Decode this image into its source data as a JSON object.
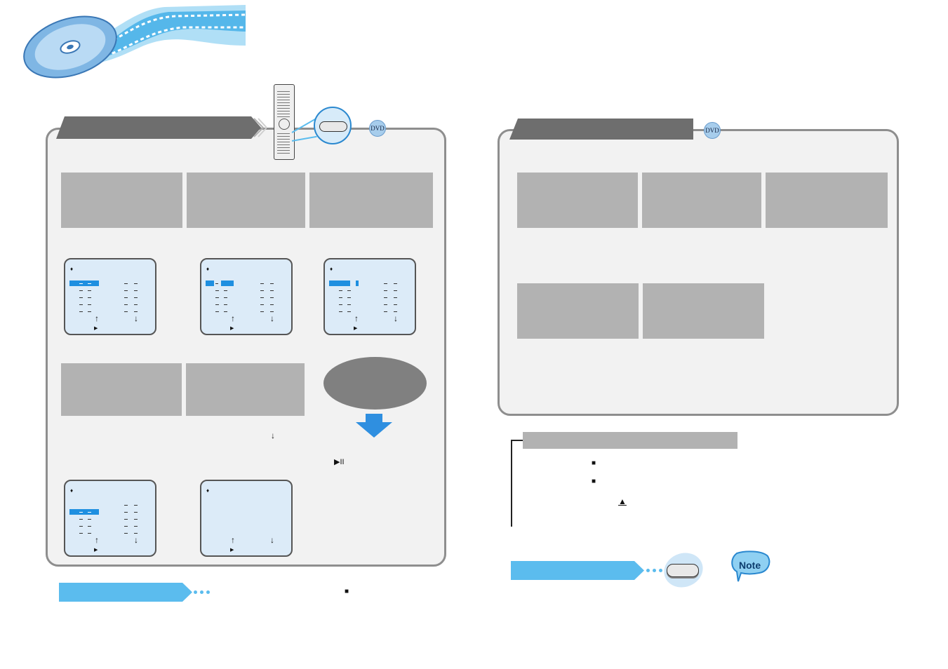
{
  "left_panel": {
    "icons": {
      "disc": "disc-icon",
      "remote": "remote-control-icon",
      "button": "remote-button-icon",
      "dvd_badge": "dvd-icon"
    },
    "dvd_badge_label": "DVD",
    "down_arrow": "↓",
    "play_pause_symbol": "▶II",
    "stop_symbol": "■"
  },
  "right_panel": {
    "dvd_badge_label": "DVD",
    "stop_symbol_1": "■",
    "stop_symbol_2": "■",
    "eject_symbol": "▲",
    "note_label": "Note"
  },
  "screen": {
    "diamond": "♦",
    "up_arrow": "↑",
    "down_arrow": "↓",
    "play_marker": "▶"
  },
  "colors": {
    "accent_blue": "#5bbcee",
    "panel_gray": "#f2f2f2",
    "tab_gray": "#6e6e6e",
    "box_gray": "#b2b2b2",
    "screen_blue": "#dcebf8",
    "highlight_blue": "#1e8fe0"
  }
}
